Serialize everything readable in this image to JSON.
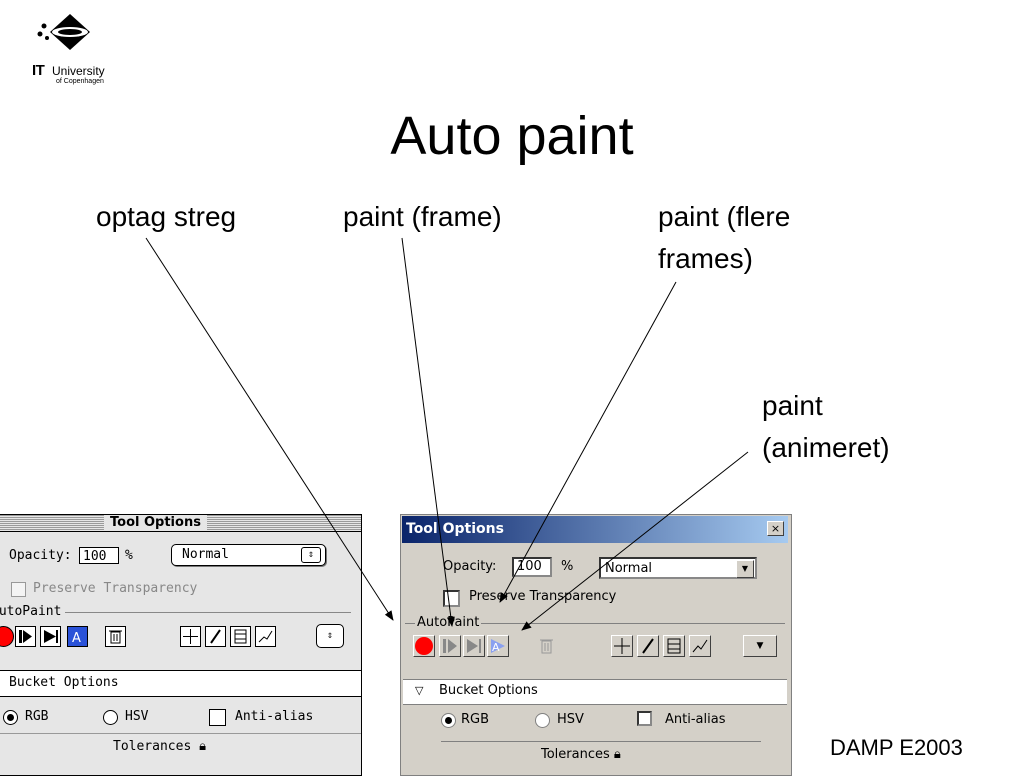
{
  "logo": {
    "it": "IT",
    "university": "University",
    "sub": "of Copenhagen"
  },
  "slide": {
    "title": "Auto paint",
    "footer": "DAMP E2003"
  },
  "labels": {
    "optag": "optag streg",
    "frame": "paint (frame)",
    "flere_line1": "paint (flere",
    "flere_line2": "frames)",
    "anim_line1": "paint",
    "anim_line2": "(animeret)"
  },
  "mac_panel": {
    "title": "Tool Options",
    "opacity_label": "Opacity:",
    "opacity_value": "100",
    "percent": "%",
    "mode": "Normal",
    "preserve": "Preserve Transparency",
    "autopaint": "AutoPaint",
    "bucket": "Bucket Options",
    "rgb": "RGB",
    "hsv": "HSV",
    "antialias": "Anti-alias",
    "tolerances": "Tolerances"
  },
  "win_panel": {
    "title": "Tool Options",
    "close": "×",
    "opacity_label": "Opacity:",
    "opacity_value": "100",
    "percent": "%",
    "mode": "Normal",
    "preserve": "Preserve Transparency",
    "autopaint": "AutoPaint",
    "bucket": "Bucket Options",
    "rgb": "RGB",
    "hsv": "HSV",
    "antialias": "Anti-alias",
    "tolerances": "Tolerances"
  },
  "colors": {
    "record": "#ff0000",
    "title_bar": "#0a246a",
    "accent_blue": "#2a52d8"
  },
  "icons": [
    "record-icon",
    "step-play-icon",
    "play-icon",
    "auto-icon",
    "trash-icon",
    "move-icon",
    "brush-icon",
    "film-icon",
    "curve-icon"
  ]
}
